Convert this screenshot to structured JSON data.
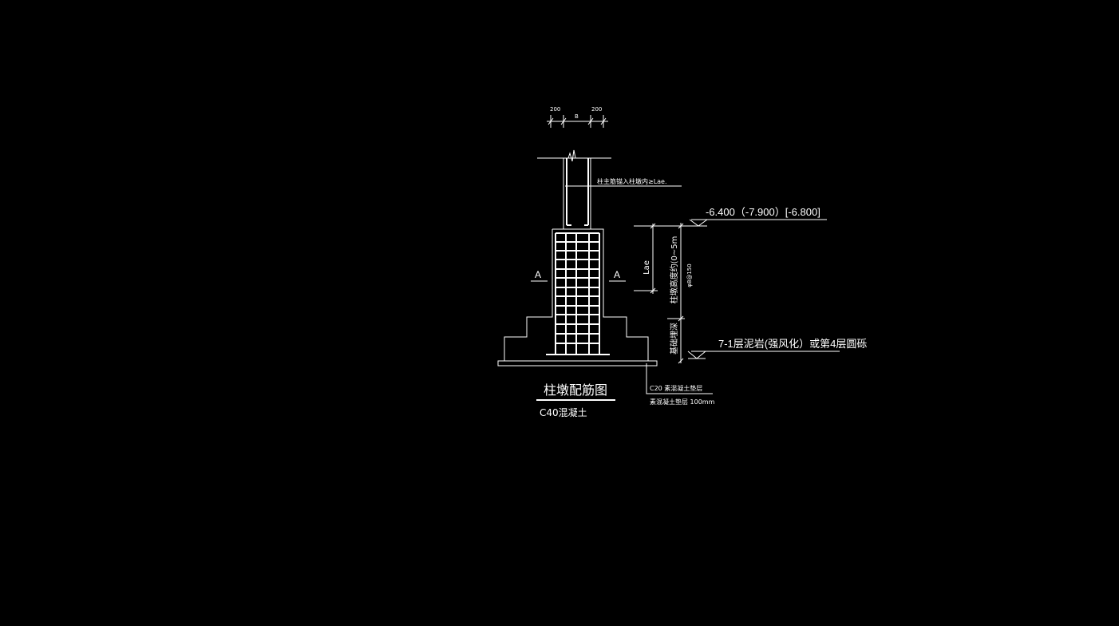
{
  "drawing": {
    "background": "#000000",
    "line_color": "#ffffff",
    "dimensions": {
      "left": "200",
      "middle": "B",
      "right": "200"
    },
    "annotations": {
      "column_anchor_note": "柱主筋锚入柱墩内≥Lae.",
      "lae_label": "Lae",
      "pier_height_note": "柱墩高度约(0~5m",
      "stirrup_note": "φ8@150",
      "foundation_depth_note": "基础埋深",
      "top_elevation": "-6.400（-7.900）[-6.800]",
      "bearing_layer": "7-1层泥岩(强风化）或第4层圆砾",
      "cushion_note_1": "C20 素混凝土垫层",
      "cushion_note_2": "素混凝土垫层 100mm"
    },
    "section_marks": {
      "left": "A",
      "right": "A"
    },
    "title": "柱墩配筋图",
    "subtitle": "C40混凝土"
  }
}
